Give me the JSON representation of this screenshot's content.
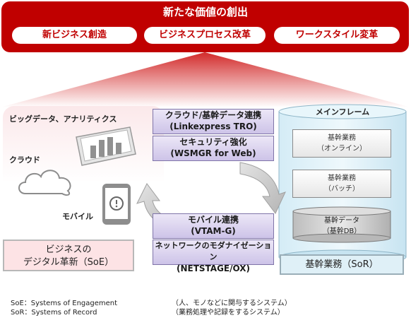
{
  "banner": {
    "title": "新たな価値の創出",
    "items": [
      "新ビジネス創造",
      "ビジネスプロセス改革",
      "ワークスタイル変革"
    ]
  },
  "left": {
    "bigdata_label": "ビッグデータ、アナリティクス",
    "cloud_label": "クラウド",
    "mobile_label": "モバイル",
    "soe_line1": "ビジネスの",
    "soe_line2": "デジタル革新（SoE）"
  },
  "center": {
    "bars": [
      {
        "line1": "クラウド/基幹データ連携",
        "line2": "(Linkexpress TRO)"
      },
      {
        "line1": "セキュリティ強化",
        "line2": "(WSMGR for Web)"
      },
      {
        "line1": "モバイル連携",
        "line2": "(VTAM-G)"
      },
      {
        "line1": "ネットワークのモダナイゼーション",
        "line2": "(NETSTAGE/OX)"
      }
    ]
  },
  "right": {
    "title": "メインフレーム",
    "box1_line1": "基幹業務",
    "box1_line2": "（オンライン）",
    "box2_line1": "基幹業務",
    "box2_line2": "（バッチ）",
    "db_line1": "基幹データ",
    "db_line2": "（基幹DB）",
    "sor": "基幹業務（SoR）"
  },
  "legend": {
    "soe": "SoE：Systems of Engagement",
    "sor": "SoR：Systems of Record",
    "soe_note": "（人、モノなどに関与するシステム）",
    "sor_note": "（業務処理や記録をするシステム）"
  },
  "colors": {
    "banner": "#c00000",
    "purple_bar": "#cdc3e8",
    "soe_bg": "#fde3e5",
    "sor_bg": "#dff0f7"
  }
}
